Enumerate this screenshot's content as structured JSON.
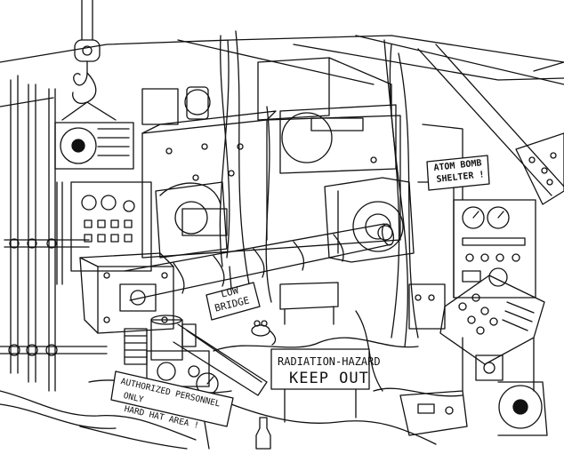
{
  "signs": {
    "atom_bomb_shelter": {
      "line1": "ATOM BOMB",
      "line2": "SHELTER !"
    },
    "low_bridge": {
      "line1": "LOW",
      "line2": "BRIDGE"
    },
    "radiation_hazard": {
      "line1": "RADIATION-HAZARD",
      "line2": "KEEP OUT"
    },
    "authorized_personnel": {
      "line1": "AUTHORIZED PERSONNEL",
      "line2": "ONLY",
      "line3": "HARD HAT AREA !"
    }
  },
  "colors": {
    "ink": "#111111",
    "paper": "#ffffff"
  },
  "icons": [
    "crane-hook-icon",
    "gauge-icon",
    "mouse-icon",
    "bottle-icon"
  ]
}
